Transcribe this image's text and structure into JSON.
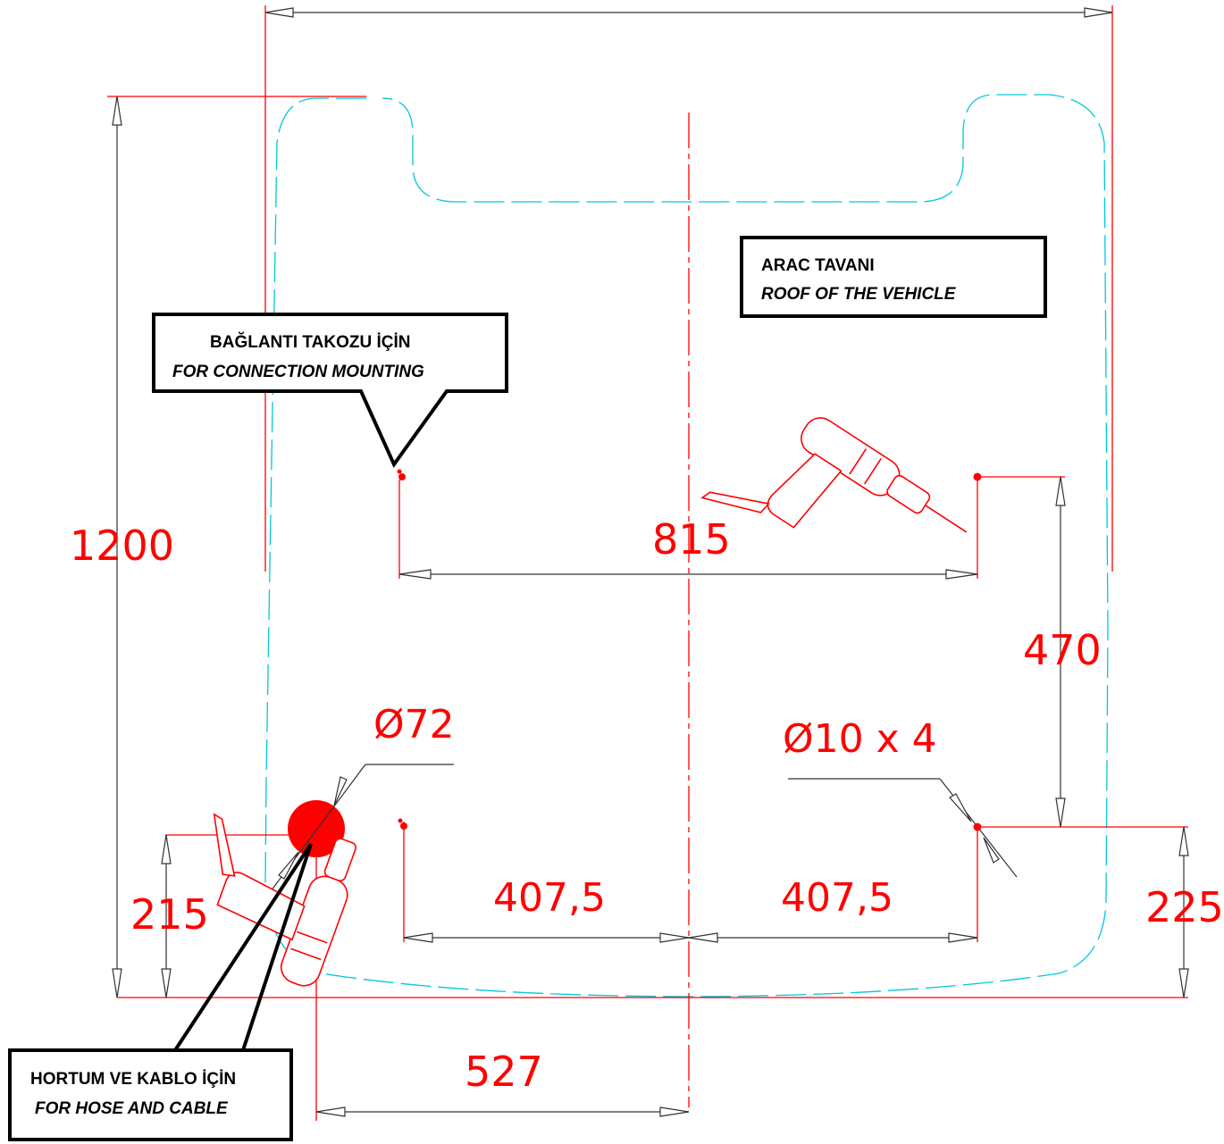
{
  "dimensions": {
    "overall_height": "1200",
    "hole_spacing": "815",
    "right_vertical": "470",
    "hole_large_diameter": "Ø72",
    "hole_small_diameter": "Ø10 x 4",
    "left_offset": "215",
    "right_offset": "225",
    "half_spacing_left": "407,5",
    "half_spacing_right": "407,5",
    "bottom_width": "527"
  },
  "callouts": {
    "roof": {
      "line1": "ARAC TAVANI",
      "line2": "ROOF OF THE VEHICLE"
    },
    "mounting": {
      "line1": "BAĞLANTI TAKOZU İÇİN",
      "line2": "FOR CONNECTION MOUNTING"
    },
    "hose": {
      "line1": "HORTUM VE KABLO İÇİN",
      "line2": "FOR HOSE AND CABLE"
    }
  },
  "colors": {
    "dimension": "#ff0000",
    "outline": "#00c8d8",
    "callout_border": "#000000"
  }
}
